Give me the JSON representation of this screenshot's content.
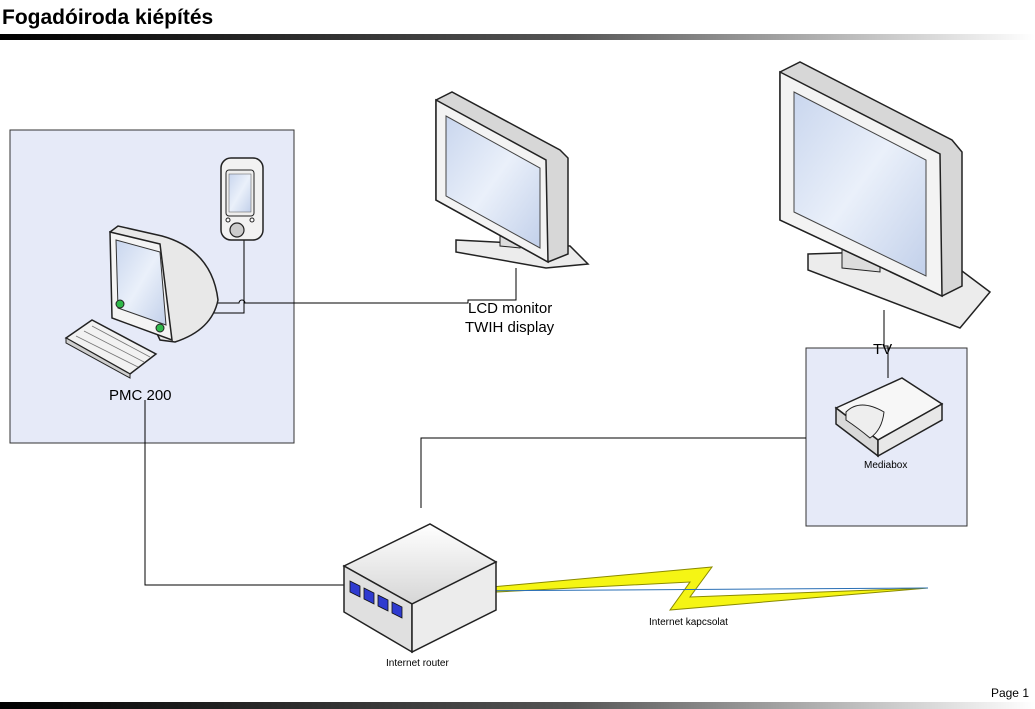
{
  "header": {
    "title": "Fogadóiroda kiépítés"
  },
  "footer": {
    "page_label": "Page 1"
  },
  "labels": {
    "pmc": "PMC 200",
    "lcd_line1": "LCD monitor",
    "lcd_line2": "TWIH display",
    "tv": "TV",
    "mediabox": "Mediabox",
    "router": "Internet router",
    "internet": "Internet kapcsolat"
  },
  "colors": {
    "zone_fill": "#e6eaf8",
    "screen": "#dce6f6",
    "lightning": "#f5f514",
    "led": "#2f3bd0",
    "link": "#2a6fb5"
  }
}
